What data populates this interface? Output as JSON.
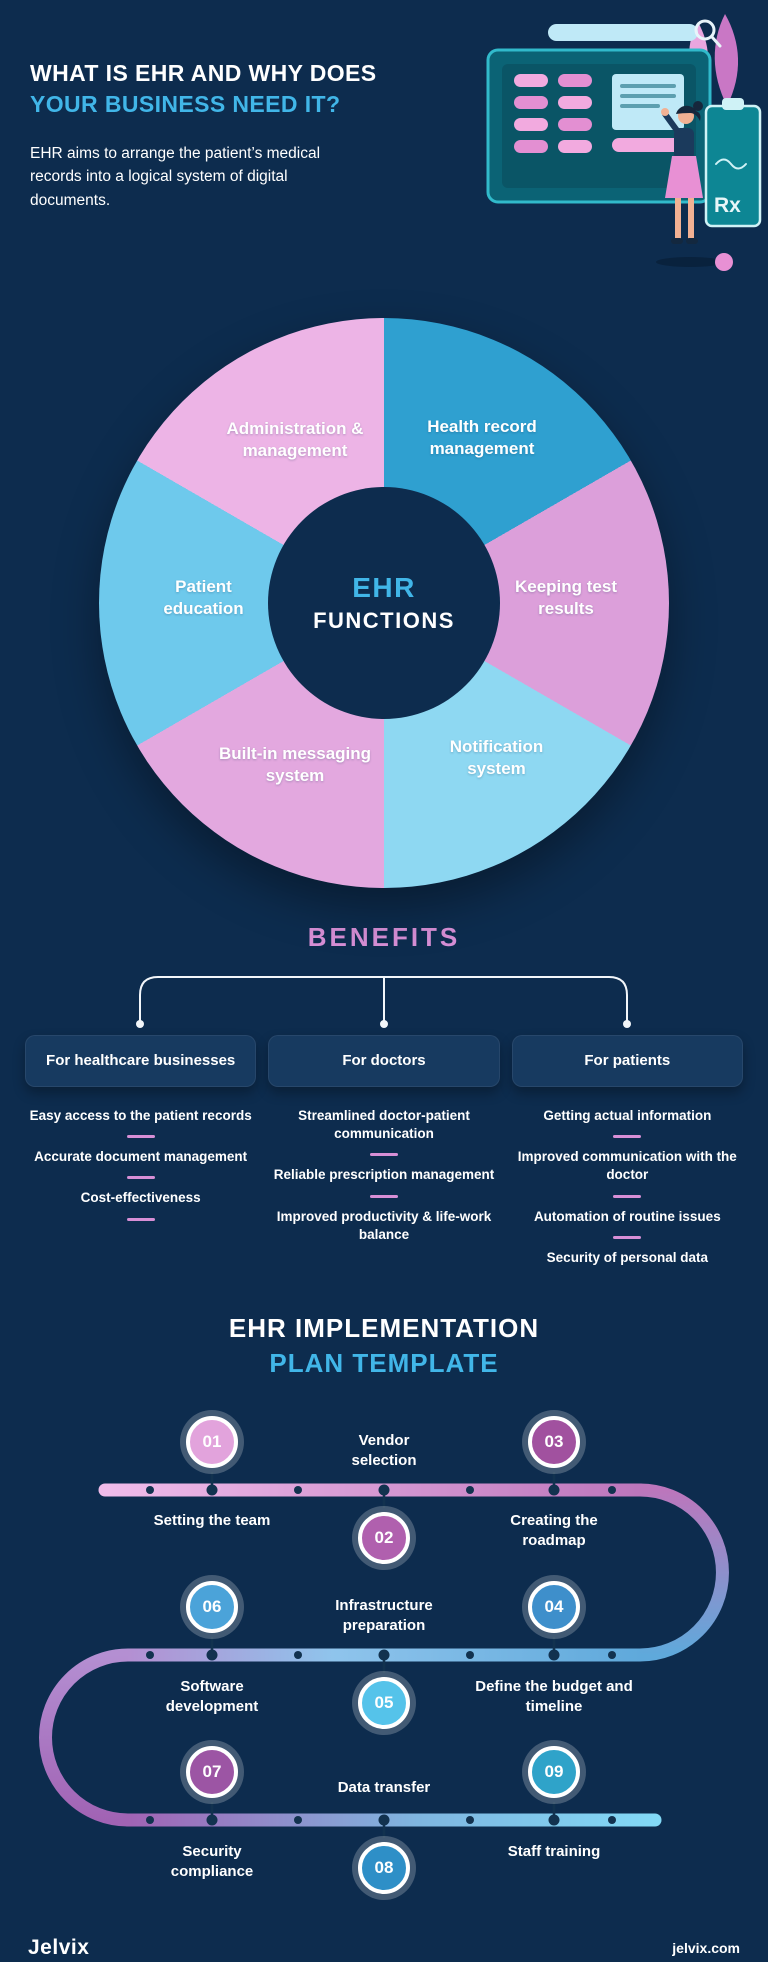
{
  "theme": {
    "background": "#0D2C4E",
    "accent_blue": "#41B6E8",
    "accent_pink": "#D78FD6",
    "text": "#FFFFFF"
  },
  "header": {
    "title_line1": "WHAT IS EHR AND WHY DOES",
    "title_line2": "YOUR BUSINESS NEED IT?",
    "subtitle": "EHR aims to arrange the patient’s medical records into a logical system of digital documents.",
    "illustration_rx": "Rx"
  },
  "ehr_functions": {
    "center_title_line1": "EHR",
    "center_title_line2": "FUNCTIONS",
    "segments": [
      {
        "label": "Health record management",
        "color": "#2FA0D0"
      },
      {
        "label": "Keeping test results",
        "color": "#DC9FDA"
      },
      {
        "label": "Notification system",
        "color": "#8ED8F2"
      },
      {
        "label": "Built-in messaging system",
        "color": "#E3A8DF"
      },
      {
        "label": "Patient education",
        "color": "#6EC9EC"
      },
      {
        "label": "Administration & management",
        "color": "#EDB4E6"
      }
    ]
  },
  "benefits": {
    "title": "BENEFITS",
    "groups": [
      {
        "heading": "For healthcare businesses",
        "items": [
          "Easy access to the patient records",
          "Accurate document management",
          "Cost-effectiveness"
        ]
      },
      {
        "heading": "For doctors",
        "items": [
          "Streamlined doctor-patient communication",
          "Reliable prescription management",
          "Improved productivity & life-work balance"
        ]
      },
      {
        "heading": "For patients",
        "items": [
          "Getting actual information",
          "Improved communication with the doctor",
          "Automation of routine issues",
          "Security of personal data"
        ]
      }
    ]
  },
  "plan": {
    "title_line1": "EHR IMPLEMENTATION",
    "title_line2": "PLAN TEMPLATE",
    "steps": [
      {
        "number": "01",
        "title": "Setting the team",
        "color": "#E2A3DC"
      },
      {
        "number": "02",
        "title": "Vendor selection",
        "color": "#B060AE"
      },
      {
        "number": "03",
        "title": "Creating the roadmap",
        "color": "#A1519F"
      },
      {
        "number": "04",
        "title": "Define the budget and timeline",
        "color": "#3E8FCB"
      },
      {
        "number": "05",
        "title": "Infrastructure preparation",
        "color": "#55C3EA"
      },
      {
        "number": "06",
        "title": "Software development",
        "color": "#4BA3D9"
      },
      {
        "number": "07",
        "title": "Security compliance",
        "color": "#9C55A4"
      },
      {
        "number": "08",
        "title": "Data transfer",
        "color": "#2E8FC7"
      },
      {
        "number": "09",
        "title": "Staff training",
        "color": "#2FA3C9"
      }
    ]
  },
  "footer": {
    "logo": "Jelvix",
    "website": "jelvix.com"
  }
}
